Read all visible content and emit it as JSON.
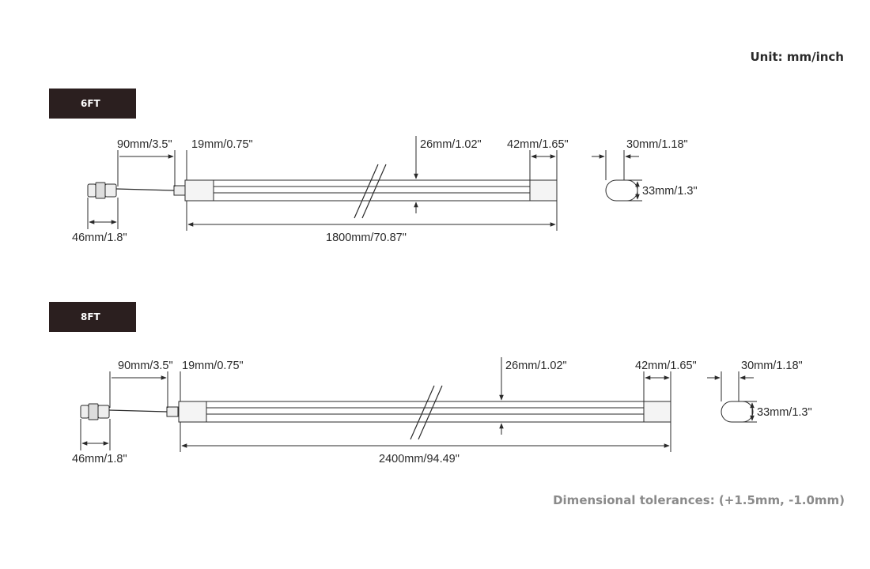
{
  "unit_label": "Unit: mm/inch",
  "tolerance_label": "Dimensional tolerances: (+1.5mm, -1.0mm)",
  "variants": [
    {
      "tag": "6FT",
      "dims": {
        "cable": "90mm/3.5\"",
        "connector_width": "46mm/1.8\"",
        "end_gap": "19mm/0.75\"",
        "height": "26mm/1.02\"",
        "end_cap": "42mm/1.65\"",
        "length": "1800mm/70.87\"",
        "profile_width": "30mm/1.18\"",
        "profile_height": "33mm/1.3\""
      }
    },
    {
      "tag": "8FT",
      "dims": {
        "cable": "90mm/3.5\"",
        "connector_width": "46mm/1.8\"",
        "end_gap": "19mm/0.75\"",
        "height": "26mm/1.02\"",
        "end_cap": "42mm/1.65\"",
        "length": "2400mm/94.49\"",
        "profile_width": "30mm/1.18\"",
        "profile_height": "33mm/1.3\""
      }
    }
  ]
}
